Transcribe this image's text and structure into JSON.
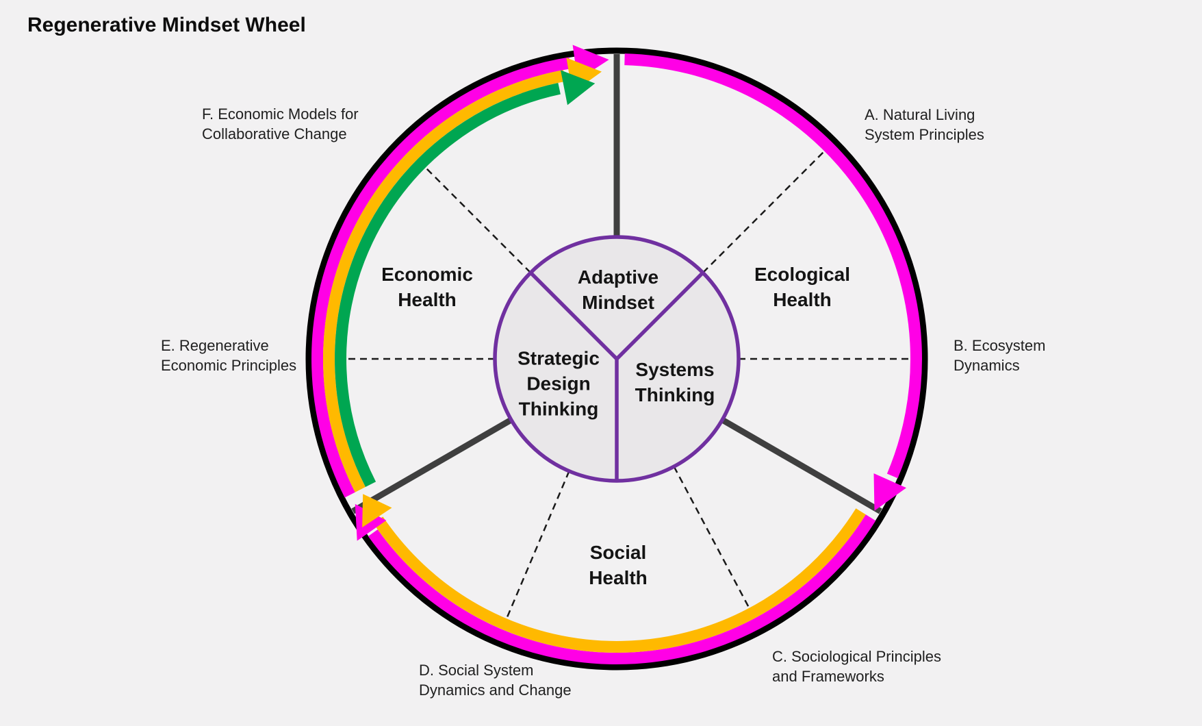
{
  "title": "Regenerative Mindset Wheel",
  "colors": {
    "background": "#F2F1F2",
    "ring_black": "#000000",
    "divider_gray": "#3F3F3F",
    "dashed_line": "#1A1A1A",
    "inner_fill": "#E9E7E9",
    "purple": "#7030A0",
    "magenta": "#FF00E6",
    "orange": "#FFB900",
    "green": "#00A651",
    "text": "#1F1F1F"
  },
  "inner_circle": {
    "segments": [
      {
        "id": "adaptive-mindset",
        "lines": [
          "Adaptive",
          "Mindset"
        ]
      },
      {
        "id": "strategic-design-thinking",
        "lines": [
          "Strategic",
          "Design",
          "Thinking"
        ]
      },
      {
        "id": "systems-thinking",
        "lines": [
          "Systems",
          "Thinking"
        ]
      }
    ]
  },
  "sectors": [
    {
      "id": "ecological-health",
      "lines": [
        "Ecological",
        "Health"
      ]
    },
    {
      "id": "social-health",
      "lines": [
        "Social",
        "Health"
      ]
    },
    {
      "id": "economic-health",
      "lines": [
        "Economic",
        "Health"
      ]
    }
  ],
  "spoke_labels": [
    {
      "id": "a",
      "lines": [
        "A. Natural Living",
        "System Principles"
      ]
    },
    {
      "id": "b",
      "lines": [
        "B. Ecosystem",
        "Dynamics"
      ]
    },
    {
      "id": "c",
      "lines": [
        "C. Sociological Principles",
        "and Frameworks"
      ]
    },
    {
      "id": "d",
      "lines": [
        "D. Social System",
        "Dynamics and Change"
      ]
    },
    {
      "id": "e",
      "lines": [
        "E. Regenerative",
        "Economic Principles"
      ]
    },
    {
      "id": "f",
      "lines": [
        "F. Economic Models for",
        "Collaborative Change"
      ]
    }
  ]
}
